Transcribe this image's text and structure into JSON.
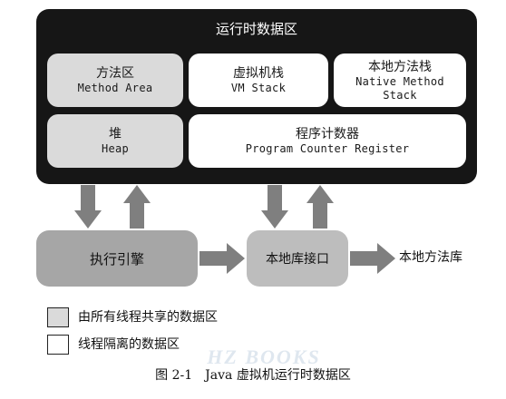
{
  "runtime_area": {
    "title": "运行时数据区",
    "method_area": {
      "cn": "方法区",
      "en": "Method Area"
    },
    "vm_stack": {
      "cn": "虚拟机栈",
      "en": "VM Stack"
    },
    "native_stack": {
      "cn": "本地方法栈",
      "en_line1": "Native Method",
      "en_line2": "Stack"
    },
    "heap": {
      "cn": "堆",
      "en": "Heap"
    },
    "pc_register": {
      "cn": "程序计数器",
      "en": "Program Counter Register"
    }
  },
  "execution_engine": "执行引擎",
  "native_interface": "本地库接口",
  "native_library": "本地方法库",
  "legend": {
    "shared": "由所有线程共享的数据区",
    "isolated": "线程隔离的数据区"
  },
  "watermark": "HZ BOOKS",
  "caption": "图 2-1　Java 虚拟机运行时数据区",
  "colors": {
    "runtime_bg": "#161616",
    "shared_fill": "#dadada",
    "isolated_fill": "#ffffff",
    "engine_fill": "#a6a6a6",
    "interface_fill": "#bdbdbd",
    "arrow_fill": "#7f7f7f"
  }
}
